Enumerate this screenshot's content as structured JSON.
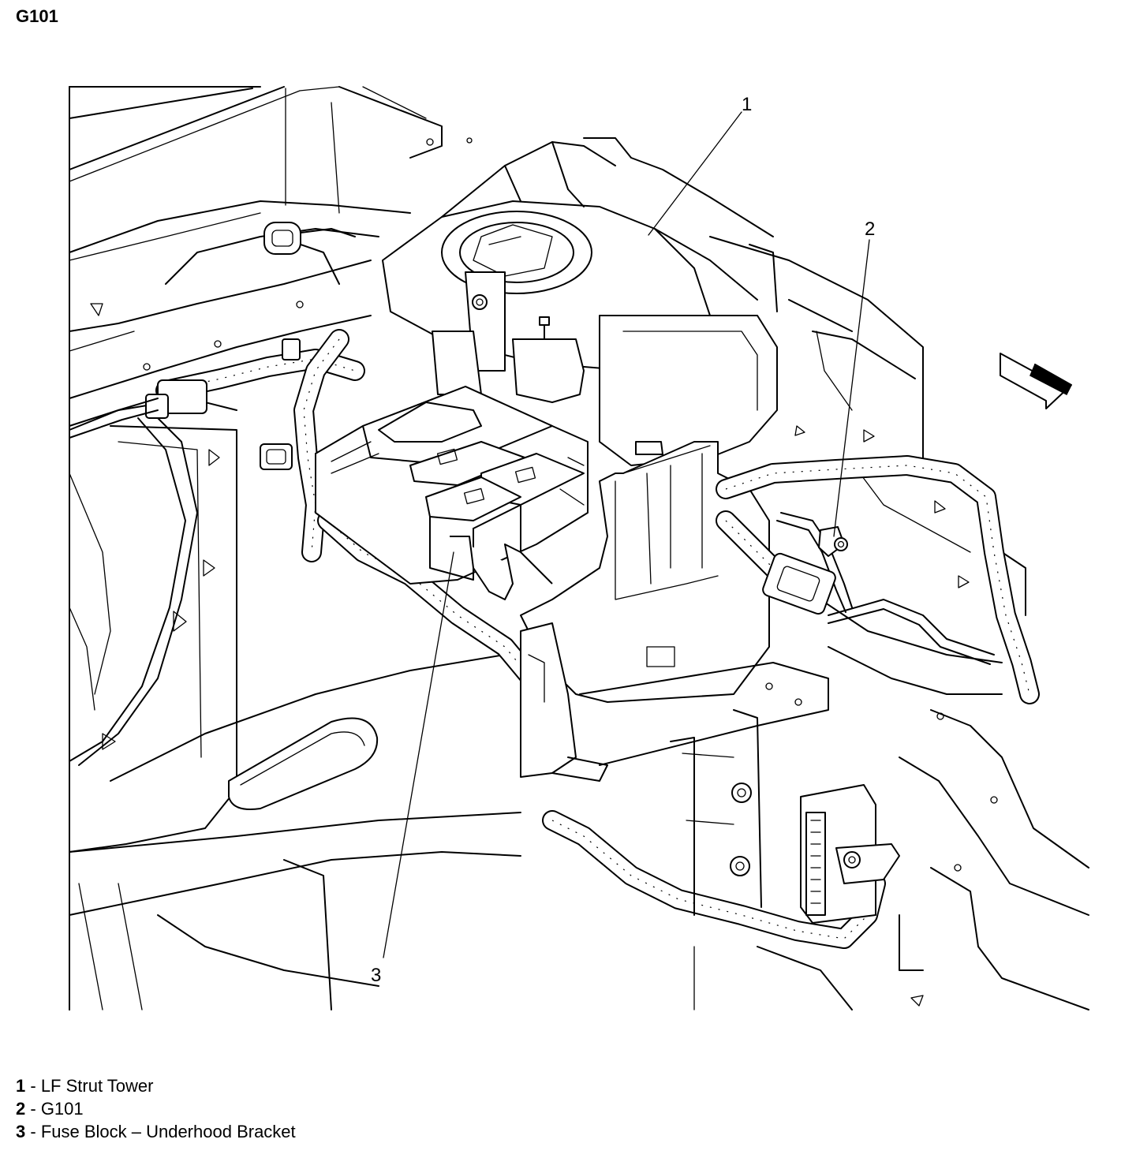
{
  "title": "G101",
  "callouts": [
    {
      "number": "1",
      "label": "LF Strut Tower"
    },
    {
      "number": "2",
      "label": "G101"
    },
    {
      "number": "3",
      "label": "Fuse Block – Underhood Bracket"
    }
  ],
  "legend_separator": " - ",
  "icons": {
    "direction_arrow": "front-of-vehicle-arrow-icon"
  }
}
